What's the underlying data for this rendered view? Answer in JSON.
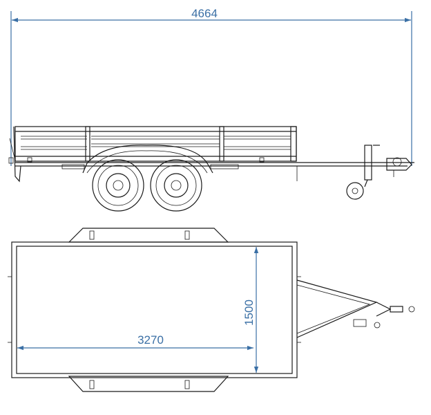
{
  "drawing": {
    "colors": {
      "dimension": "#3a6fa5",
      "line": "#1a1a1a",
      "background": "#ffffff"
    },
    "dimensions": {
      "overall_length": "4664",
      "bed_length": "3270",
      "bed_width": "1500"
    },
    "views": [
      "side-view",
      "top-view"
    ]
  }
}
